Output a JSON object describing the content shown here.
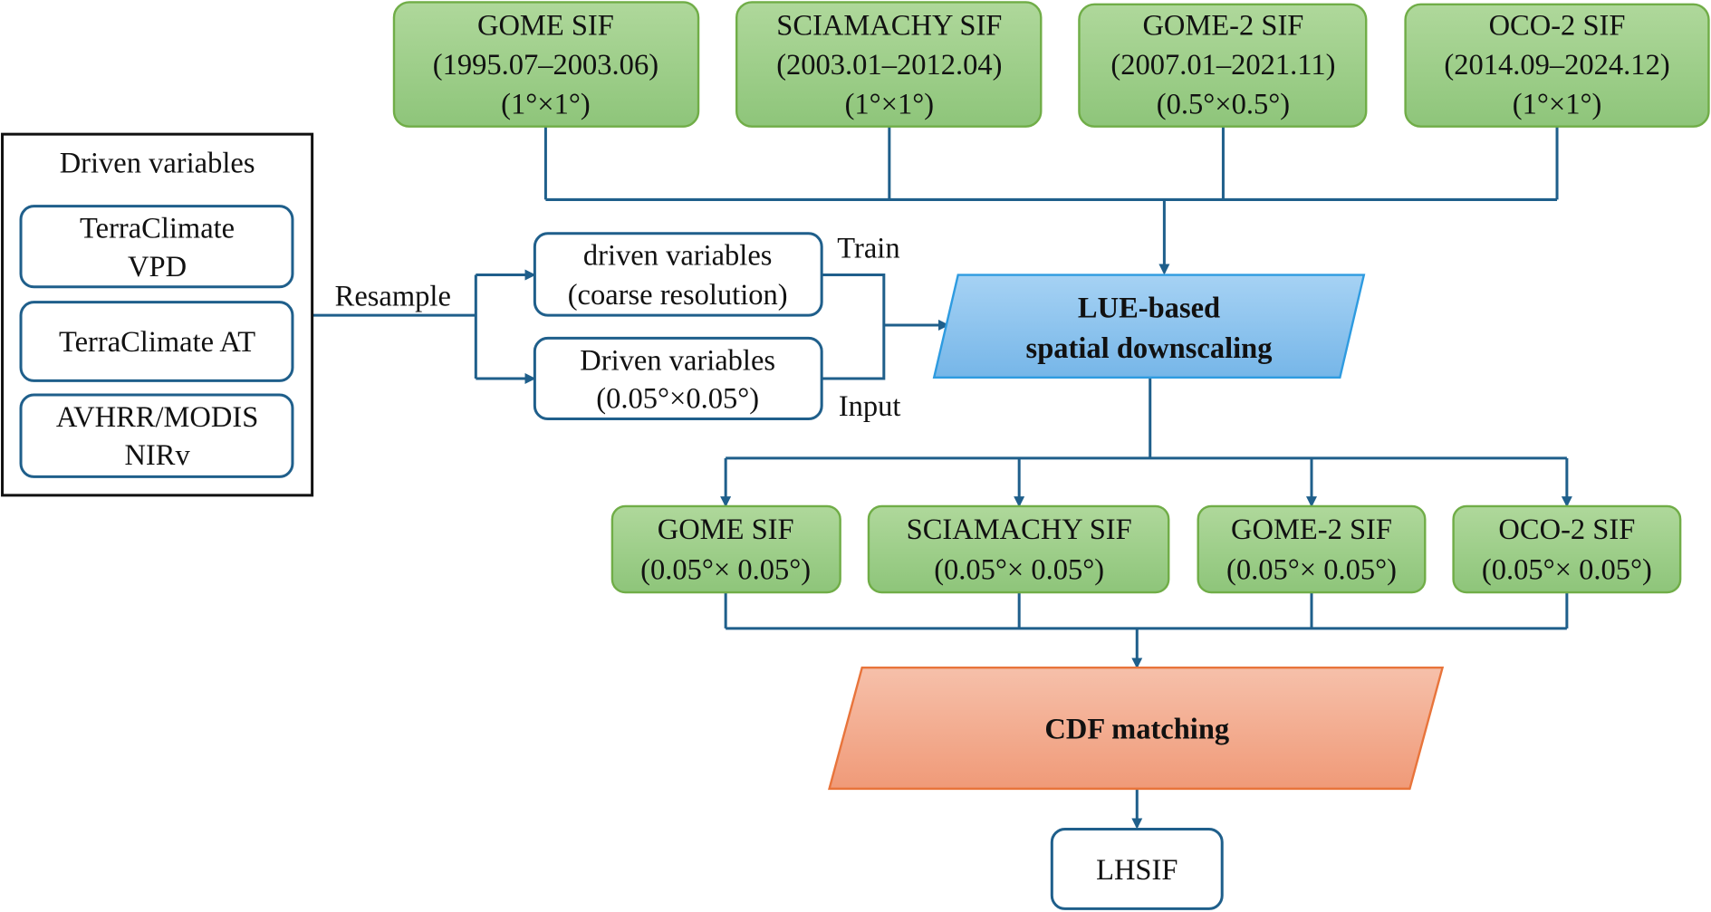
{
  "colors": {
    "green_fill": "#a3d28c",
    "green_border": "#70ad47",
    "blue_fill": "#8cc4ee",
    "blue_border": "#2e9be0",
    "orange_fill": "#f2ab8c",
    "orange_border": "#e8743b",
    "connector": "#1f5f8b"
  },
  "top_sources": [
    {
      "name": "GOME SIF",
      "period": "(1995.07–2003.06)",
      "res": "(1°×1°)"
    },
    {
      "name": "SCIAMACHY SIF",
      "period": "(2003.01–2012.04)",
      "res": "(1°×1°)"
    },
    {
      "name": "GOME-2 SIF",
      "period": "(2007.01–2021.11)",
      "res": "(0.5°×0.5°)"
    },
    {
      "name": "OCO-2 SIF",
      "period": "(2014.09–2024.12)",
      "res": "(1°×1°)"
    }
  ],
  "driven_panel": {
    "title": "Driven variables",
    "items": [
      {
        "l1": "TerraClimate",
        "l2": "VPD"
      },
      {
        "l1": "TerraClimate AT"
      },
      {
        "l1": "AVHRR/MODIS",
        "l2": "NIRv"
      }
    ]
  },
  "resample_label": "Resample",
  "coarse": {
    "l1": "driven variables",
    "l2": "(coarse resolution)"
  },
  "fine": {
    "l1": "Driven variables",
    "l2": "(0.05°×0.05°)"
  },
  "train_label": "Train",
  "input_label": "Input",
  "lue": {
    "l1": "LUE-based",
    "l2": "spatial downscaling"
  },
  "downscaled": [
    {
      "name": "GOME SIF",
      "res": "(0.05°× 0.05°)"
    },
    {
      "name": "SCIAMACHY SIF",
      "res": "(0.05°× 0.05°)"
    },
    {
      "name": "GOME-2 SIF",
      "res": "(0.05°× 0.05°)"
    },
    {
      "name": "OCO-2 SIF",
      "res": "(0.05°× 0.05°)"
    }
  ],
  "cdf": "CDF matching",
  "output": "LHSIF"
}
